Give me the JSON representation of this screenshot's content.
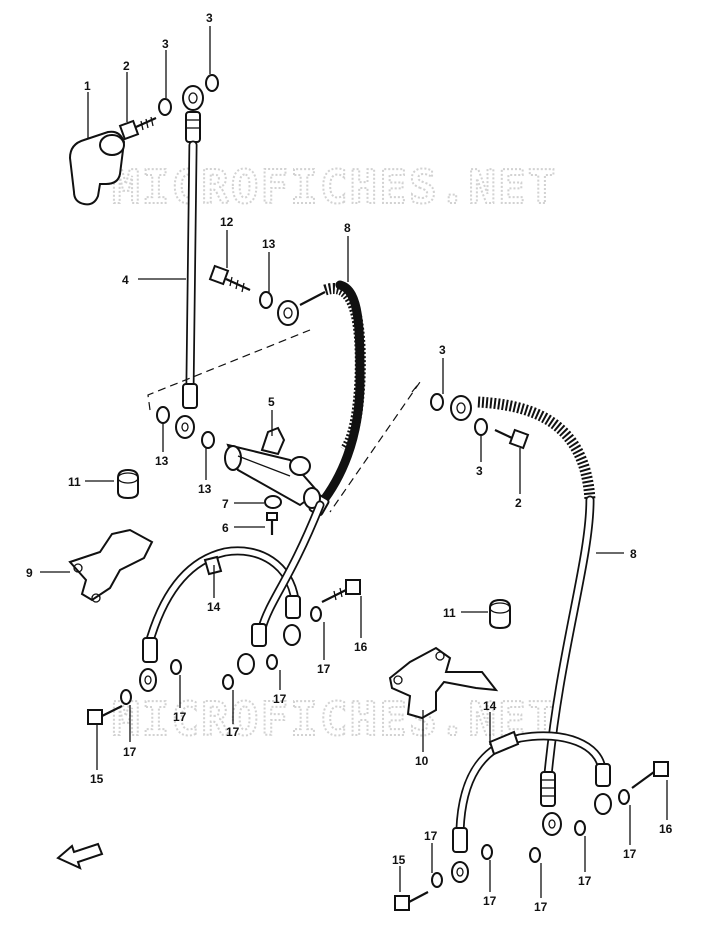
{
  "watermarks": [
    "MICROFICHES.NET",
    "MICROFICHES.NET"
  ],
  "callouts": {
    "c1": "1",
    "c2a": "2",
    "c2b": "2",
    "c3a": "3",
    "c3b": "3",
    "c3c": "3",
    "c3d": "3",
    "c4": "4",
    "c5": "5",
    "c6": "6",
    "c7": "7",
    "c8a": "8",
    "c8b": "8",
    "c9": "9",
    "c10": "10",
    "c11a": "11",
    "c11b": "11",
    "c12": "12",
    "c13a": "13",
    "c13b": "13",
    "c13c": "13",
    "c14a": "14",
    "c14b": "14",
    "c15a": "15",
    "c15b": "15",
    "c16a": "16",
    "c16b": "16",
    "c17a": "17",
    "c17b": "17",
    "c17c": "17",
    "c17d": "17",
    "c17e": "17",
    "c17f": "17",
    "c17g": "17",
    "c17h": "17",
    "c17i": "17",
    "c17j": "17"
  }
}
